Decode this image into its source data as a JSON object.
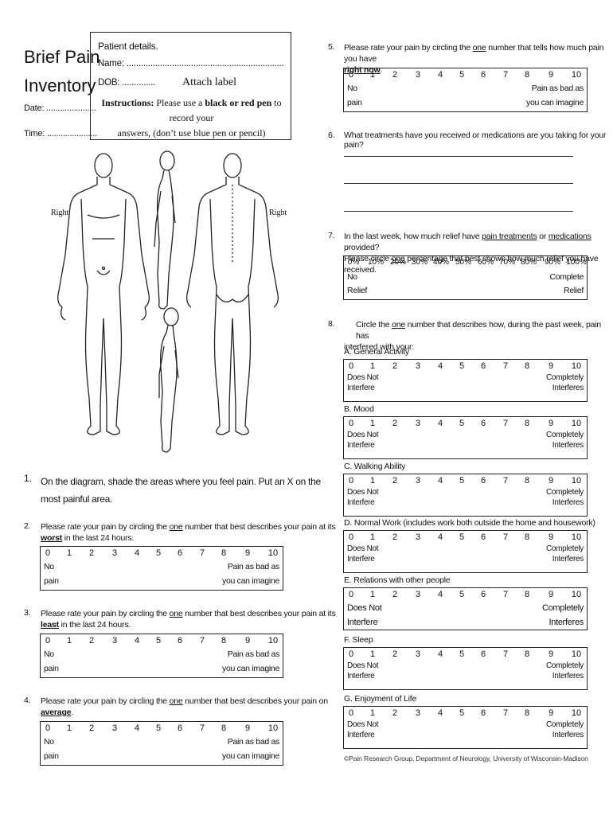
{
  "header": {
    "title_line1": "Brief Pain",
    "title_line2": "Inventory",
    "date_label": "Date: ......................",
    "time_label": "Time: ......................"
  },
  "patient": {
    "heading": "Patient details.",
    "name": "Name: ..................................................................",
    "dob": "DOB: ..............",
    "attach": "Attach label",
    "instr_bold": "Instructions:",
    "instr_text1": " Please use a ",
    "instr_bold2": "black or red pen",
    "instr_text2": " to record your",
    "instr_line2": "answers, (don’t use blue pen or pencil)"
  },
  "diagram": {
    "right_left": "Right",
    "right_right": "Right"
  },
  "scale_numbers": [
    "0",
    "1",
    "2",
    "3",
    "4",
    "5",
    "6",
    "7",
    "8",
    "9",
    "10"
  ],
  "pain_labels": {
    "left1": "No",
    "left2": "pain",
    "right1": "Pain as bad as",
    "right2": "you can imagine"
  },
  "interf_labels": {
    "left1": "Does Not",
    "left2": "Interfere",
    "right1": "Completely",
    "right2": "Interferes"
  },
  "q1": {
    "num": "1.",
    "line1": "On the diagram, shade the areas where you feel pain. Put an X on the",
    "line2": "most painful area."
  },
  "q2": {
    "num": "2.",
    "pre": "Please rate your pain by circling the ",
    "one": "one",
    "post": " number that best describes your pain at its",
    "bold": "worst",
    "rest": " in the last 24 hours."
  },
  "q3": {
    "num": "3.",
    "pre": "Please rate your pain by circling the ",
    "one": "one",
    "post": " number that best describes your pain at its",
    "bold": "least",
    "rest": " in the last 24 hours."
  },
  "q4": {
    "num": "4.",
    "pre": "Please rate your pain by circling the ",
    "one": "one",
    "post": " number that best describes your pain on",
    "bold": "average",
    "rest": "."
  },
  "q5": {
    "num": "5.",
    "pre": "Please rate your pain by circling the ",
    "one": "one",
    "post": " number that tells how much pain you have",
    "bold": "right now",
    "rest": "."
  },
  "q6": {
    "num": "6.",
    "text": "What treatments have you received or medications are you taking for your pain?"
  },
  "q7": {
    "num": "7.",
    "pre": "In the last week, how much relief have ",
    "link1": "pain treatments",
    "mid": " or ",
    "link2": "medications",
    "post": " provided?",
    "line2_pre": "Please circle ",
    "line2_one": "one",
    "line2_post": " percentage that best shows how much relief you have received.",
    "percents": [
      "0%",
      "10%",
      "20%",
      "30%",
      "40%",
      "50%",
      "60%",
      "70%",
      "80%",
      "90%",
      "100%"
    ],
    "left1": "No",
    "left2": "Relief",
    "right1": "Complete",
    "right2": "Relief"
  },
  "q8": {
    "num": "8.",
    "pre": "Circle the ",
    "one": "one",
    "post": " number that describes how, during the past week, pain has",
    "line2": "interfered with your:",
    "items": [
      "A. General Activity",
      "B. Mood",
      "C. Walking Ability",
      "D. Normal Work (includes work both outside the home and housework)",
      "E. Relations with other people",
      "F. Sleep",
      "G. Enjoyment of Life"
    ]
  },
  "footer": "©Pain Research Group, Department of Neurology, University of Wisconsin-Madison"
}
